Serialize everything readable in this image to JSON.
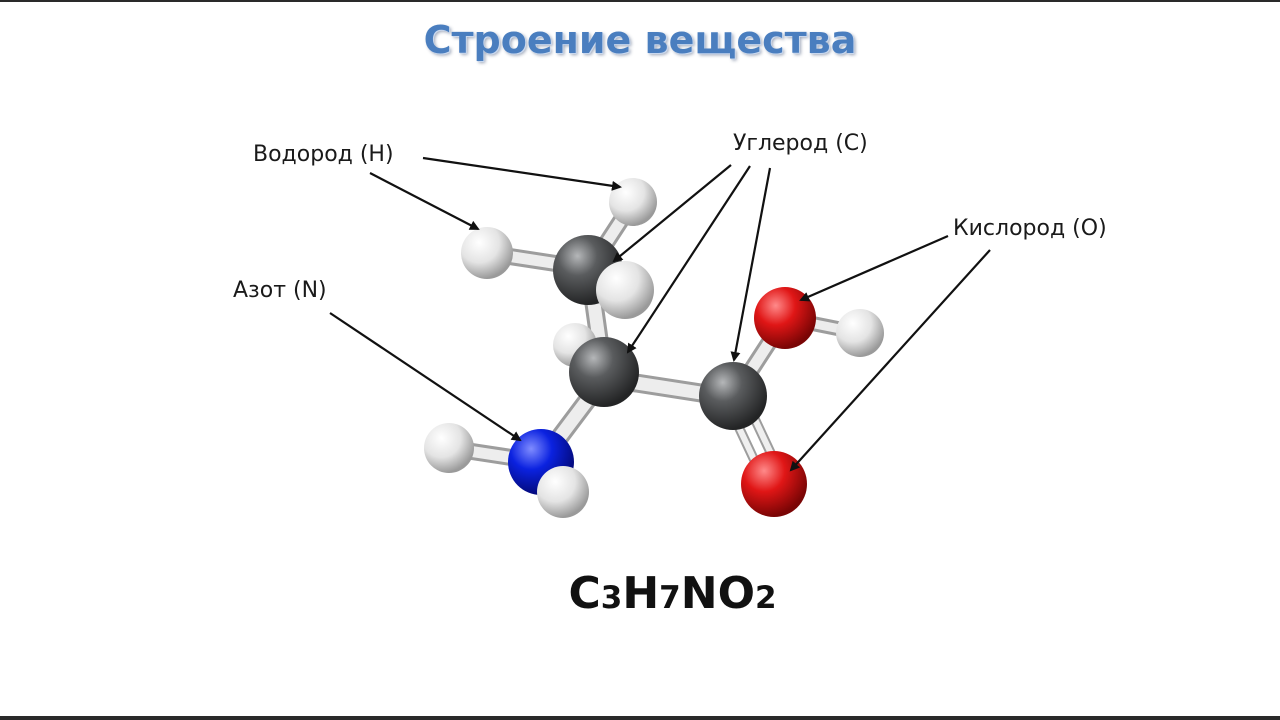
{
  "title": "Строение вещества",
  "labels": {
    "hydrogen": "Водород (H)",
    "carbon": "Углерод (C)",
    "oxygen": "Кислород (O)",
    "nitrogen": "Азот (N)"
  },
  "formula": {
    "c": "C",
    "c_count": "3",
    "h": "H",
    "h_count": "7",
    "n": "N",
    "o": "O",
    "o_count": "2"
  },
  "colors": {
    "title": "#4a7ebf",
    "carbon": "#4d4f51",
    "hydrogen": "#e6e6e6",
    "oxygen": "#d31010",
    "nitrogen": "#0a1ed8",
    "bond": "#e9e9e9"
  }
}
